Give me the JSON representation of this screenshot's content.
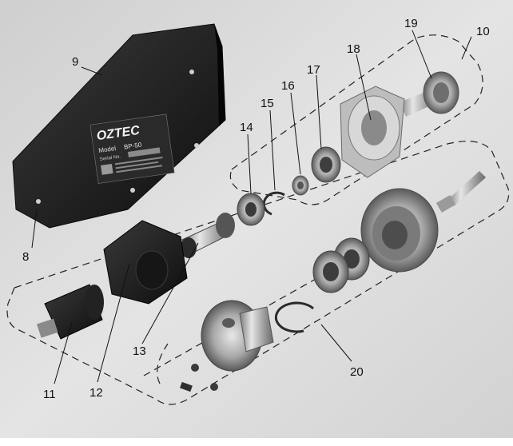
{
  "figure": {
    "callouts": [
      {
        "id": "c8",
        "label": "8"
      },
      {
        "id": "c9",
        "label": "9"
      },
      {
        "id": "c10",
        "label": "10"
      },
      {
        "id": "c11",
        "label": "11"
      },
      {
        "id": "c12",
        "label": "12"
      },
      {
        "id": "c13",
        "label": "13"
      },
      {
        "id": "c14",
        "label": "14"
      },
      {
        "id": "c15",
        "label": "15"
      },
      {
        "id": "c16",
        "label": "16"
      },
      {
        "id": "c17",
        "label": "17"
      },
      {
        "id": "c18",
        "label": "18"
      },
      {
        "id": "c19",
        "label": "19"
      },
      {
        "id": "c20",
        "label": "20"
      }
    ],
    "nameplate": {
      "brand": "OZTEC",
      "model_label": "Model",
      "model_value": "BP-50",
      "serial_label": "Serial No."
    }
  },
  "colors": {
    "background": "#e3e3e3",
    "dark_part": "#1c1c1c",
    "metal_light": "#d4d4d4",
    "metal_mid": "#9a9a9a",
    "leader": "#111111"
  }
}
